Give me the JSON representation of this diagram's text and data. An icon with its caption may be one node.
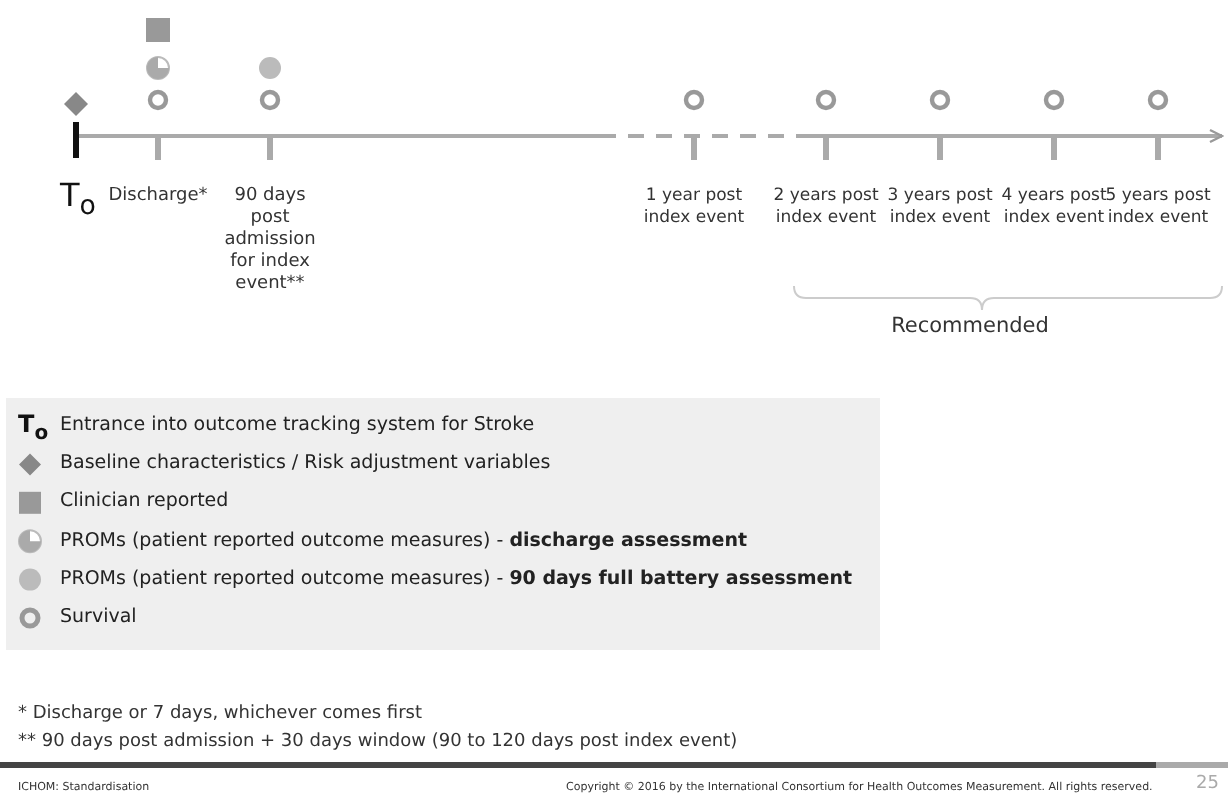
{
  "diagram": {
    "labels": [
      "T$_{o}$",
      "Discharge*",
      "90 days post admission for index event**",
      "1 year post index event",
      "2 years post index event",
      "3 years post index event",
      "4 years post index event",
      "5 years post index event",
      "Recommended",
      "T$_{o}$",
      "* Discharge or 7 days, whichever comes first",
      "** 90 days post admission + 30 days window (90 to 120 days post index event)",
      "ICHOM: Standardisation",
      "Copyright © 2016 by the International Consortium for Health Outcomes Measurement. All rights reserved.",
      "25"
    ],
    "legend": [
      {
        "text": "Entrance into outcome tracking system for Stroke"
      },
      {
        "text": "Baseline characteristics / Risk adjustment variables"
      },
      {
        "text": "Clinician reported"
      },
      {
        "text": "PROMs (patient reported outcome measures) - **discharge assessment**"
      },
      {
        "text": "PROMs (patient reported outcome measures) - **90 days full battery assessment**"
      },
      {
        "text": "Survival"
      }
    ]
  }
}
